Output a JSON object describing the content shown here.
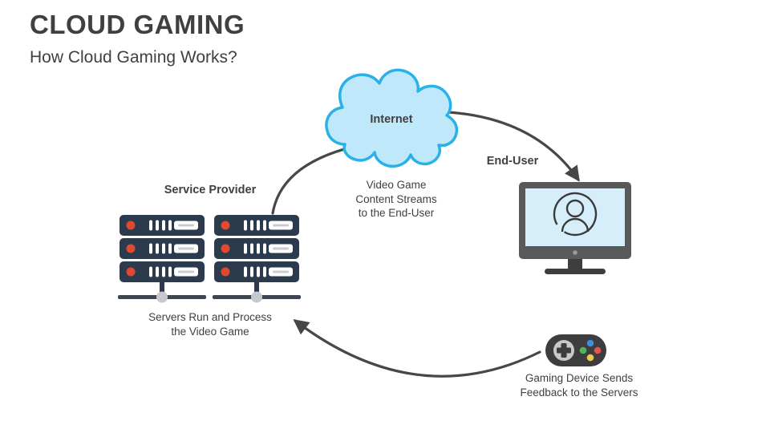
{
  "slide": {
    "title": "CLOUD GAMING",
    "subtitle": "How Cloud Gaming Works?"
  },
  "diagram": {
    "internet_label": "Internet",
    "service_provider_label": "Service Provider",
    "end_user_label": "End-User",
    "stream_caption": [
      "Video Game",
      "Content Streams",
      "to the End-User"
    ],
    "servers_caption": [
      "Servers Run and Process",
      "the Video Game"
    ],
    "feedback_caption": [
      "Gaming Device Sends",
      "Feedback to the Servers"
    ]
  },
  "colors": {
    "text": "#404040",
    "arrow": "#474747",
    "cloud_fill": "#bfe8fb",
    "cloud_stroke": "#29b1e8",
    "server_body": "#2b3a4c",
    "server_led": "#e0492f",
    "server_detail": "#ffffff",
    "server_line": "#c9cdd1",
    "server_base": "#3d4651",
    "server_dot": "#c9c9cb",
    "monitor_frame": "#58595b",
    "monitor_screen": "#d5eef9",
    "monitor_dark": "#3e3e41",
    "monitor_power": "#9a9a9a",
    "avatar_stroke": "#3a3a3a",
    "pad_body": "#3d3d3f",
    "pad_dpad": "#c8c8c8",
    "btn_blue": "#3e8ede",
    "btn_green": "#52b45a",
    "btn_red": "#e25353",
    "btn_yellow": "#ecc94b"
  }
}
